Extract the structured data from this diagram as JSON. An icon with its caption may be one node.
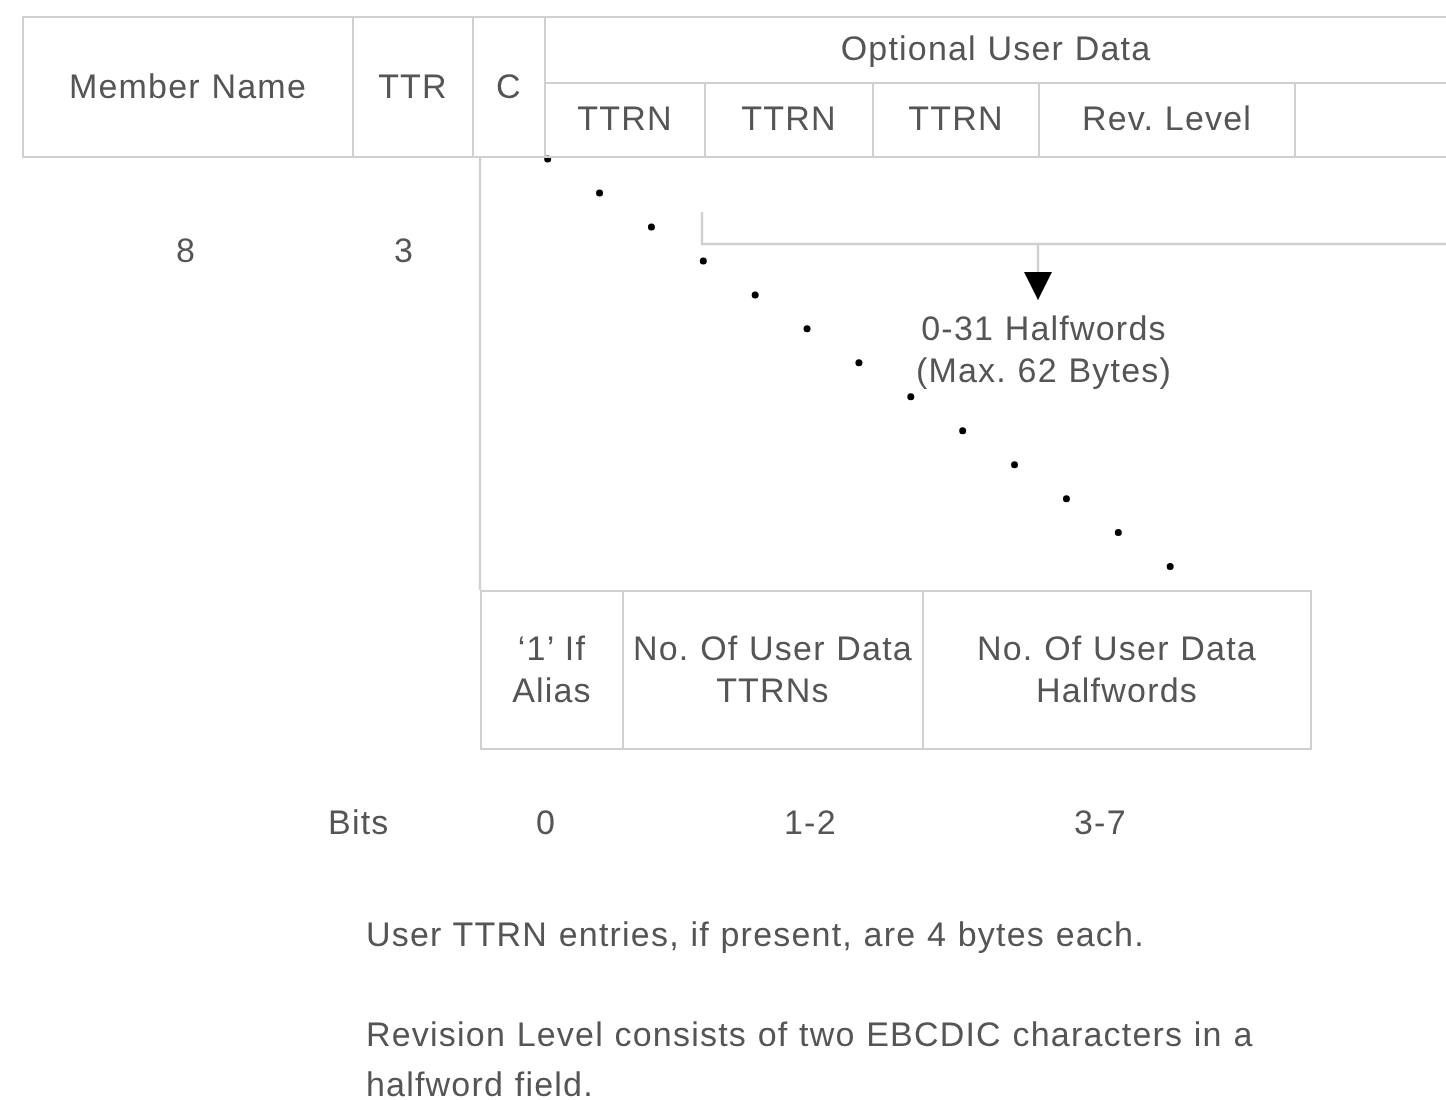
{
  "diagram": {
    "nodes": [
      {
        "text": [
          "Member Name"
        ]
      },
      {
        "text": [
          "TTR"
        ]
      },
      {
        "text": [
          "C"
        ]
      },
      {
        "text": [
          "Optional User Data"
        ]
      },
      {
        "text": [
          "TTRN"
        ]
      },
      {
        "text": [
          "TTRN"
        ]
      },
      {
        "text": [
          "TTRN"
        ]
      },
      {
        "text": [
          "Rev. Level"
        ]
      },
      {
        "text": [],
        "shape": "box"
      },
      {
        "text": [],
        "shape": "box"
      },
      {
        "text": [
          "‘1’ If Alias"
        ],
        "in": 9
      },
      {
        "text": [
          "No. Of User Data TTRNs"
        ],
        "in": 9
      },
      {
        "text": [
          "No. Of User Data Halfwords"
        ],
        "in": 9
      },
      {
        "text": [
          "0-31 Halfwords (Max. 62 Bytes)"
        ]
      },
      {
        "text": [],
        "shape": "bracket"
      }
    ],
    "edges": [
      {
        "from": 14,
        "to": 13,
        "arrow": "to"
      },
      {
        "from": 2,
        "to": 9,
        "arrow": "none"
      },
      {
        "from": 2,
        "to": 9,
        "arrow": "none",
        "style": "dashed",
        "color": "#000000"
      }
    ],
    "labels": [
      "8",
      "3",
      "Bits",
      "0",
      "1-2",
      "3-7",
      "User TTRN entries, if present, are 4 bytes each.",
      "Revision Level consists of two EBCDIC characters in a halfword field."
    ]
  }
}
